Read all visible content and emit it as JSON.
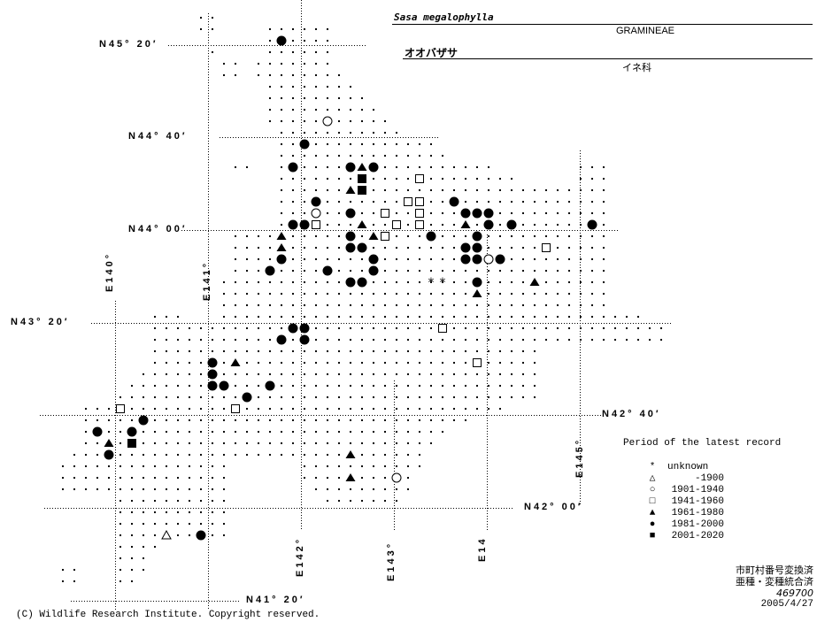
{
  "header": {
    "scientific_name": "Sasa megalophylla",
    "family_latin": "GRAMINEAE",
    "japanese_name": "オオバザサ",
    "family_japanese": "イネ科"
  },
  "grid_labels": {
    "latitudes": [
      {
        "label": "N45° 20′",
        "lat": 45.333
      },
      {
        "label": "N44° 40′",
        "lat": 44.667
      },
      {
        "label": "N44° 00′",
        "lat": 44.0
      },
      {
        "label": "N43° 20′",
        "lat": 43.333
      },
      {
        "label": "N42° 40′",
        "lat": 42.667
      },
      {
        "label": "N42° 00′",
        "lat": 42.0
      },
      {
        "label": "N41° 20′",
        "lat": 41.333
      }
    ],
    "longitudes": [
      {
        "label": "E140°",
        "lon": 140
      },
      {
        "label": "E141°",
        "lon": 141
      },
      {
        "label": "E142°",
        "lon": 142
      },
      {
        "label": "E143°",
        "lon": 143
      },
      {
        "label": "E14",
        "lon": 144
      },
      {
        "label": "E145°",
        "lon": 145
      }
    ]
  },
  "legend": {
    "title": "Period of the latest record",
    "items": [
      {
        "symbol": "asterisk",
        "glyph": "*",
        "label": "unknown"
      },
      {
        "symbol": "open-triangle",
        "glyph": "△",
        "label": "-1900"
      },
      {
        "symbol": "open-circle",
        "glyph": "○",
        "label": "1901-1940"
      },
      {
        "symbol": "open-square",
        "glyph": "□",
        "label": "1941-1960"
      },
      {
        "symbol": "filled-triangle",
        "glyph": "▲",
        "label": "1961-1980"
      },
      {
        "symbol": "filled-circle",
        "glyph": "●",
        "label": "1981-2000"
      },
      {
        "symbol": "filled-square",
        "glyph": "■",
        "label": "2001-2020"
      }
    ]
  },
  "records": {
    "asterisk": [
      [
        143.44,
        43.62
      ],
      [
        143.56,
        43.62
      ]
    ],
    "open-triangle": [
      [
        140.56,
        41.79
      ]
    ],
    "open-circle": [
      [
        142.31,
        44.79
      ],
      [
        142.19,
        44.12
      ],
      [
        144.06,
        43.79
      ],
      [
        143.06,
        42.21
      ]
    ],
    "open-square": [
      [
        143.31,
        44.37
      ],
      [
        143.31,
        44.21
      ],
      [
        142.94,
        44.12
      ],
      [
        143.19,
        44.21
      ],
      [
        143.31,
        44.12
      ],
      [
        142.19,
        44.04
      ],
      [
        143.06,
        44.04
      ],
      [
        143.31,
        44.04
      ],
      [
        142.94,
        43.96
      ],
      [
        144.69,
        43.87
      ],
      [
        143.56,
        43.29
      ],
      [
        143.94,
        43.04
      ],
      [
        141.31,
        42.71
      ],
      [
        140.06,
        42.71
      ]
    ],
    "filled-triangle": [
      [
        142.69,
        44.46
      ],
      [
        142.56,
        44.29
      ],
      [
        141.81,
        43.96
      ],
      [
        141.81,
        43.87
      ],
      [
        142.69,
        44.04
      ],
      [
        142.81,
        43.96
      ],
      [
        143.81,
        44.04
      ],
      [
        144.56,
        43.62
      ],
      [
        143.94,
        43.54
      ],
      [
        141.31,
        43.04
      ],
      [
        139.94,
        42.46
      ],
      [
        142.56,
        42.37
      ],
      [
        142.56,
        42.21
      ]
    ],
    "filled-circle": [
      [
        141.81,
        45.37
      ],
      [
        142.06,
        44.62
      ],
      [
        141.94,
        44.46
      ],
      [
        142.56,
        44.46
      ],
      [
        142.81,
        44.46
      ],
      [
        142.19,
        44.21
      ],
      [
        142.56,
        44.12
      ],
      [
        143.69,
        44.21
      ],
      [
        143.81,
        44.12
      ],
      [
        143.94,
        44.12
      ],
      [
        144.06,
        44.12
      ],
      [
        144.31,
        44.04
      ],
      [
        141.94,
        44.04
      ],
      [
        142.06,
        44.04
      ],
      [
        144.06,
        44.04
      ],
      [
        145.19,
        44.04
      ],
      [
        142.56,
        43.96
      ],
      [
        143.44,
        43.96
      ],
      [
        143.94,
        43.96
      ],
      [
        141.81,
        43.79
      ],
      [
        142.56,
        43.87
      ],
      [
        142.69,
        43.87
      ],
      [
        142.81,
        43.79
      ],
      [
        143.81,
        43.87
      ],
      [
        143.94,
        43.87
      ],
      [
        143.81,
        43.79
      ],
      [
        143.94,
        43.79
      ],
      [
        144.19,
        43.79
      ],
      [
        141.69,
        43.71
      ],
      [
        142.31,
        43.71
      ],
      [
        142.81,
        43.71
      ],
      [
        142.56,
        43.62
      ],
      [
        142.69,
        43.62
      ],
      [
        143.94,
        43.62
      ],
      [
        141.94,
        43.29
      ],
      [
        142.06,
        43.29
      ],
      [
        141.81,
        43.21
      ],
      [
        142.06,
        43.21
      ],
      [
        141.06,
        43.04
      ],
      [
        141.06,
        42.96
      ],
      [
        141.06,
        42.87
      ],
      [
        141.19,
        42.87
      ],
      [
        141.44,
        42.79
      ],
      [
        141.69,
        42.87
      ],
      [
        140.31,
        42.62
      ],
      [
        140.19,
        42.54
      ],
      [
        139.81,
        42.54
      ],
      [
        139.94,
        42.37
      ],
      [
        140.94,
        41.79
      ]
    ],
    "filled-square": [
      [
        142.69,
        44.37
      ],
      [
        142.69,
        44.29
      ],
      [
        140.19,
        42.46
      ]
    ]
  },
  "notes": {
    "line1": "市町村番号変換済",
    "line2": "亜種・変種統合済",
    "code": "469700",
    "date": "2005/4/27"
  },
  "footer": {
    "copyright": "(C) Wildlife Research Institute. Copyright reserved."
  }
}
